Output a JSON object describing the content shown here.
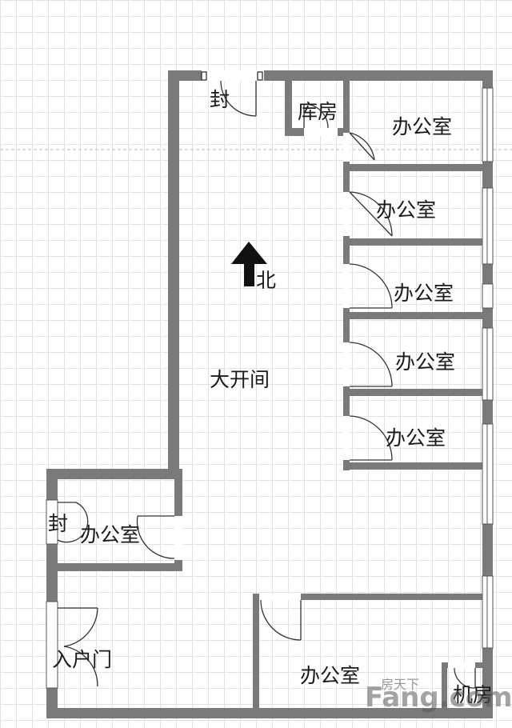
{
  "plan": {
    "rooms": {
      "storage": "库房",
      "office_1": "办公室",
      "office_2": "办公室",
      "office_3": "办公室",
      "office_4": "办公室",
      "office_5": "办公室",
      "office_left": "办公室",
      "office_bottom": "办公室",
      "open_area": "大开间",
      "entrance_door": "入户门",
      "sealed_top": "封",
      "sealed_left": "封",
      "machine_room": "机房"
    },
    "north_label": "北",
    "colors": {
      "wall": "#7a7a7a",
      "window": "#ffffff",
      "grid": "#e3e3e3"
    },
    "icons": {
      "north": "north-arrow-icon"
    }
  },
  "watermark": {
    "brand": "房天下",
    "brand_latin": "Fang.com"
  }
}
